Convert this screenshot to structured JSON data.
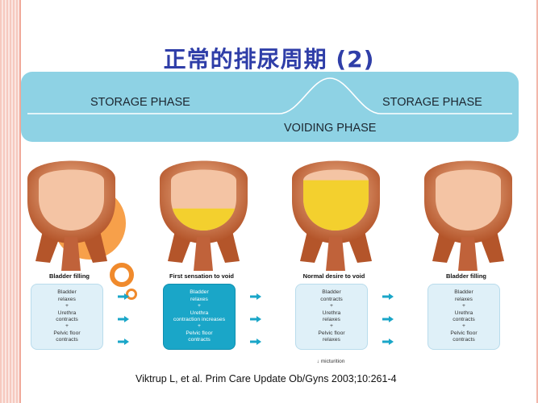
{
  "title": "正常的排尿周期 (2)",
  "phases": {
    "storage_left": "STORAGE PHASE",
    "storage_right": "STORAGE PHASE",
    "voiding": "VOIDING PHASE"
  },
  "stages": [
    {
      "label": "Bladder filling",
      "fill": 0.0,
      "box_style": "light",
      "lines": [
        "Bladder",
        "relaxes",
        "+",
        "Urethra",
        "contracts",
        "+",
        "Pelvic floor",
        "contracts"
      ]
    },
    {
      "label": "First sensation to void",
      "fill": 0.35,
      "box_style": "dark",
      "lines": [
        "Bladder",
        "relaxes",
        "+",
        "Urethra",
        "contraction increases",
        "+",
        "Pelvic floor",
        "contracts"
      ]
    },
    {
      "label": "Normal desire to void",
      "fill": 0.8,
      "box_style": "light",
      "lines": [
        "Bladder",
        "contracts",
        "+",
        "Urethra",
        "relaxes",
        "+",
        "Pelvic floor",
        "relaxes"
      ]
    },
    {
      "label": "Bladder filling",
      "fill": 0.0,
      "box_style": "light",
      "lines": [
        "Bladder",
        "relaxes",
        "+",
        "Urethra",
        "contracts",
        "+",
        "Pelvic floor",
        "contracts"
      ]
    }
  ],
  "micturition": "micturition",
  "citation": "Viktrup L, et al. Prim Care Update Ob/Gyns 2003;10:261-4",
  "colors": {
    "title": "#2f3ea8",
    "banner": "#8ed2e4",
    "arrow": "#1aa6c8",
    "urine": "#f2d21a",
    "orange_decor": "#f08a2c"
  }
}
